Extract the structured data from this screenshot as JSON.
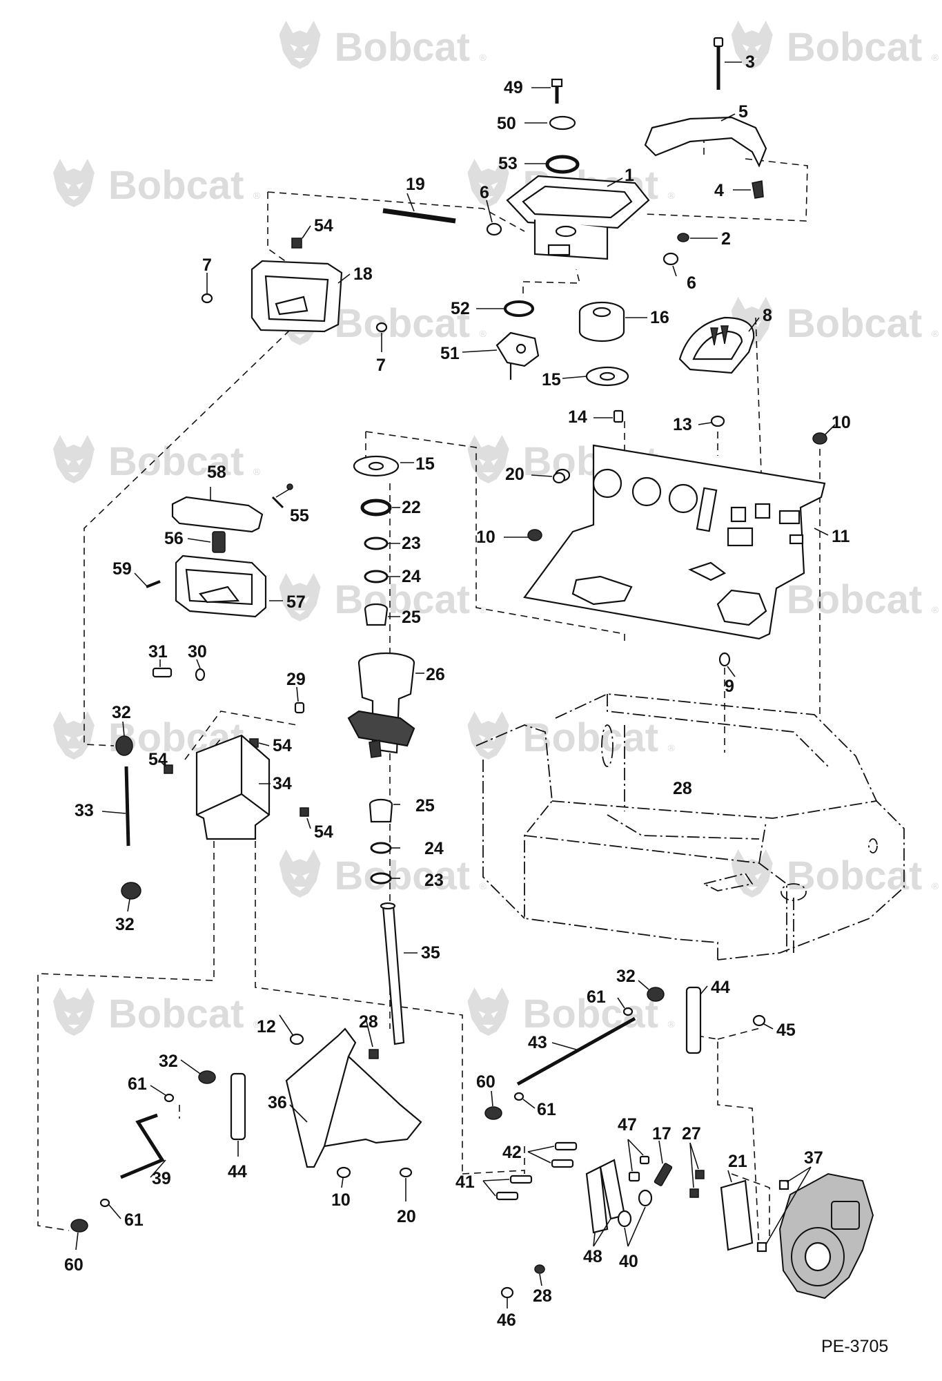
{
  "watermark": {
    "brand": "Bobcat",
    "registered_mark": "®",
    "positions": [
      [
        0.3,
        0.04
      ],
      [
        0.78,
        0.04
      ],
      [
        0.06,
        0.14
      ],
      [
        0.5,
        0.14
      ],
      [
        0.3,
        0.24
      ],
      [
        0.78,
        0.24
      ],
      [
        0.06,
        0.34
      ],
      [
        0.5,
        0.34
      ],
      [
        0.3,
        0.44
      ],
      [
        0.78,
        0.44
      ],
      [
        0.06,
        0.54
      ],
      [
        0.5,
        0.54
      ],
      [
        0.3,
        0.64
      ],
      [
        0.78,
        0.64
      ],
      [
        0.06,
        0.74
      ],
      [
        0.5,
        0.74
      ]
    ]
  },
  "figure_id": "PE-3705",
  "callouts": [
    {
      "label": "1"
    },
    {
      "label": "2"
    },
    {
      "label": "3"
    },
    {
      "label": "4"
    },
    {
      "label": "5"
    },
    {
      "label": "6"
    },
    {
      "label": "6"
    },
    {
      "label": "7"
    },
    {
      "label": "7"
    },
    {
      "label": "8"
    },
    {
      "label": "9"
    },
    {
      "label": "10"
    },
    {
      "label": "10"
    },
    {
      "label": "10"
    },
    {
      "label": "11"
    },
    {
      "label": "12"
    },
    {
      "label": "13"
    },
    {
      "label": "14"
    },
    {
      "label": "15"
    },
    {
      "label": "15"
    },
    {
      "label": "16"
    },
    {
      "label": "17"
    },
    {
      "label": "18"
    },
    {
      "label": "19"
    },
    {
      "label": "20"
    },
    {
      "label": "20"
    },
    {
      "label": "21"
    },
    {
      "label": "22"
    },
    {
      "label": "23"
    },
    {
      "label": "23"
    },
    {
      "label": "24"
    },
    {
      "label": "24"
    },
    {
      "label": "25"
    },
    {
      "label": "25"
    },
    {
      "label": "26"
    },
    {
      "label": "27"
    },
    {
      "label": "28"
    },
    {
      "label": "28"
    },
    {
      "label": "28"
    },
    {
      "label": "29"
    },
    {
      "label": "30"
    },
    {
      "label": "31"
    },
    {
      "label": "32"
    },
    {
      "label": "32"
    },
    {
      "label": "32"
    },
    {
      "label": "32"
    },
    {
      "label": "33"
    },
    {
      "label": "34"
    },
    {
      "label": "35"
    },
    {
      "label": "36"
    },
    {
      "label": "37"
    },
    {
      "label": "39"
    },
    {
      "label": "40"
    },
    {
      "label": "41"
    },
    {
      "label": "42"
    },
    {
      "label": "43"
    },
    {
      "label": "44"
    },
    {
      "label": "44"
    },
    {
      "label": "45"
    },
    {
      "label": "46"
    },
    {
      "label": "47"
    },
    {
      "label": "48"
    },
    {
      "label": "49"
    },
    {
      "label": "50"
    },
    {
      "label": "51"
    },
    {
      "label": "52"
    },
    {
      "label": "53"
    },
    {
      "label": "54"
    },
    {
      "label": "54"
    },
    {
      "label": "54"
    },
    {
      "label": "54"
    },
    {
      "label": "55"
    },
    {
      "label": "56"
    },
    {
      "label": "57"
    },
    {
      "label": "58"
    },
    {
      "label": "59"
    },
    {
      "label": "60"
    },
    {
      "label": "60"
    },
    {
      "label": "61"
    },
    {
      "label": "61"
    },
    {
      "label": "61"
    },
    {
      "label": "61"
    }
  ]
}
